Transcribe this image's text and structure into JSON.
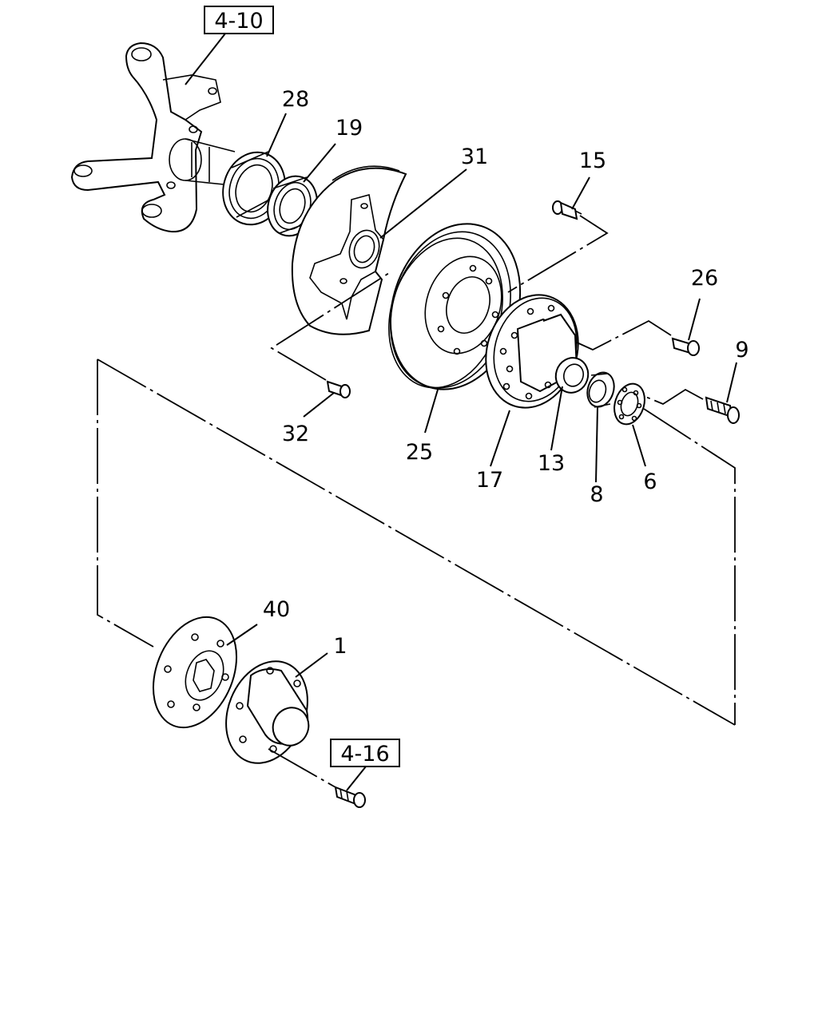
{
  "references": [
    {
      "id": "ref-4-10",
      "text": "4-10"
    },
    {
      "id": "ref-4-16",
      "text": "4-16"
    }
  ],
  "callouts": [
    {
      "id": "28",
      "text": "28"
    },
    {
      "id": "19",
      "text": "19"
    },
    {
      "id": "31",
      "text": "31"
    },
    {
      "id": "15",
      "text": "15"
    },
    {
      "id": "26",
      "text": "26"
    },
    {
      "id": "9",
      "text": "9"
    },
    {
      "id": "32",
      "text": "32"
    },
    {
      "id": "25",
      "text": "25"
    },
    {
      "id": "17",
      "text": "17"
    },
    {
      "id": "13",
      "text": "13"
    },
    {
      "id": "8",
      "text": "8"
    },
    {
      "id": "6",
      "text": "6"
    },
    {
      "id": "40",
      "text": "40"
    },
    {
      "id": "1",
      "text": "1"
    }
  ]
}
